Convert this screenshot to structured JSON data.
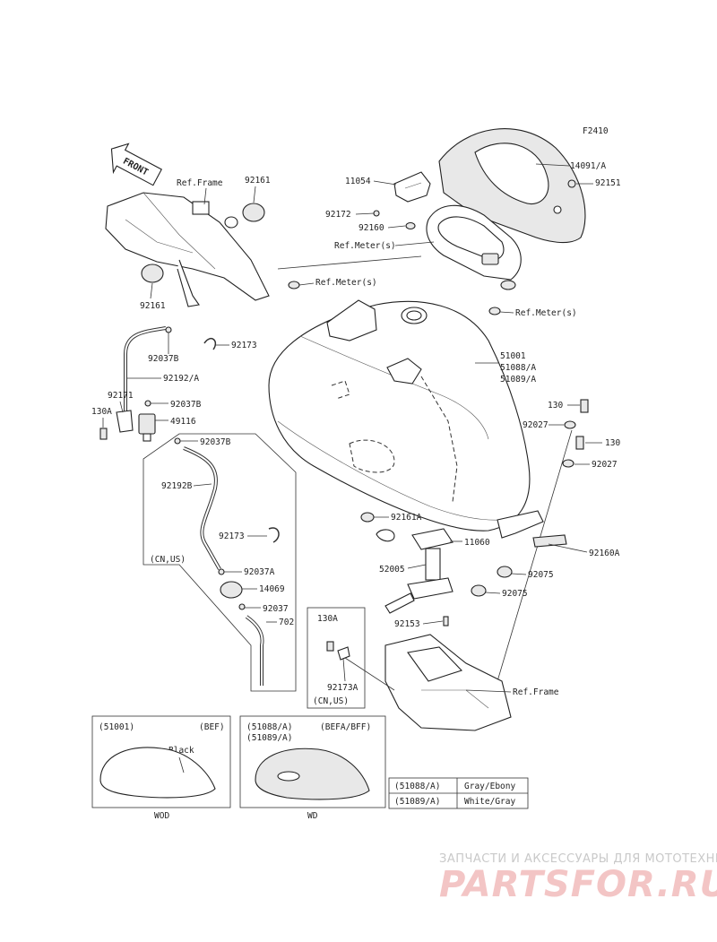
{
  "figure_code": "F2410",
  "front_label": "FRONT",
  "parts": {
    "p14091A": "14091/A",
    "p92151": "92151",
    "p11054": "11054",
    "p92172": "92172",
    "p92160": "92160",
    "ref_meter_1": "Ref.Meter(s)",
    "ref_meter_2": "Ref.Meter(s)",
    "ref_meter_3": "Ref.Meter(s)",
    "ref_frame_top": "Ref.Frame",
    "p92161_top": "92161",
    "p92161_left": "92161",
    "p92037B_1": "92037B",
    "p92173_1": "92173",
    "p92192A": "92192/A",
    "p92171": "92171",
    "p130A_1": "130A",
    "p92037B_2": "92037B",
    "p49116": "49116",
    "p92037B_3": "92037B",
    "p92192B": "92192B",
    "p92173_2": "92173",
    "cn_us_1": "(CN,US)",
    "p92037A": "92037A",
    "p14069": "14069",
    "p92037": "92037",
    "p702": "702",
    "p51001": "51001",
    "p51088A": "51088/A",
    "p51089A": "51089/A",
    "p130_1": "130",
    "p92027_1": "92027",
    "p130_2": "130",
    "p92027_2": "92027",
    "p92161A": "92161A",
    "p11060": "11060",
    "p92160A": "92160A",
    "p52005": "52005",
    "p92075_1": "92075",
    "p92075_2": "92075",
    "p92153": "92153",
    "p130A_2": "130A",
    "p92173A": "92173A",
    "cn_us_2": "(CN,US)",
    "ref_frame_bottom": "Ref.Frame"
  },
  "variants": {
    "left": {
      "code": "(51001)",
      "spec": "(BEF)",
      "note": "Black",
      "caption": "WOD"
    },
    "right": {
      "code1": "(51088/A)",
      "code2": "(51089/A)",
      "spec": "(BEFA/BFF)",
      "caption": "WD"
    }
  },
  "color_table": [
    {
      "code": "(51088/A)",
      "color": "Gray/Ebony"
    },
    {
      "code": "(51089/A)",
      "color": "White/Gray"
    }
  ],
  "watermark": {
    "tagline": "ЗАПЧАСТИ И АКСЕССУАРЫ ДЛЯ МОТОТЕХНИКИ",
    "brand": "PARTSFOR.RU"
  }
}
